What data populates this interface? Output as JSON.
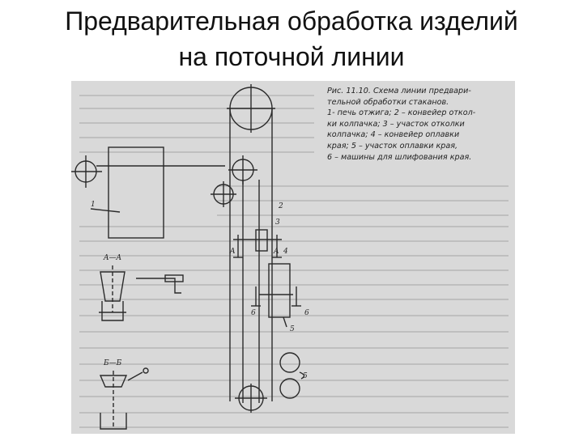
{
  "slide": {
    "title_line1": "Предварительная обработка изделий",
    "title_line2": "на поточной линии"
  },
  "figure": {
    "caption": {
      "ref": "Рис. 11.10.",
      "lines": [
        "Схема линии предвари-",
        "тельной обработки стаканов.",
        "1- печь отжига; 2 – конвейер откол-",
        "ки колпачка; 3 – участок отколки",
        "колпачка; 4 – конвейер оплавки",
        "края; 5 – участок оплавки края,",
        "6 – машины для шлифования края."
      ]
    },
    "labels": {
      "l1": "1",
      "l2": "2",
      "l3": "3",
      "l4": "4",
      "l5a": "5",
      "l5b": "5",
      "l6a": "6",
      "l6b": "6",
      "sec_a_left": "A",
      "sec_a_right": "A",
      "sec_aa": "A—A",
      "sec_bb": "Б—Б"
    }
  }
}
